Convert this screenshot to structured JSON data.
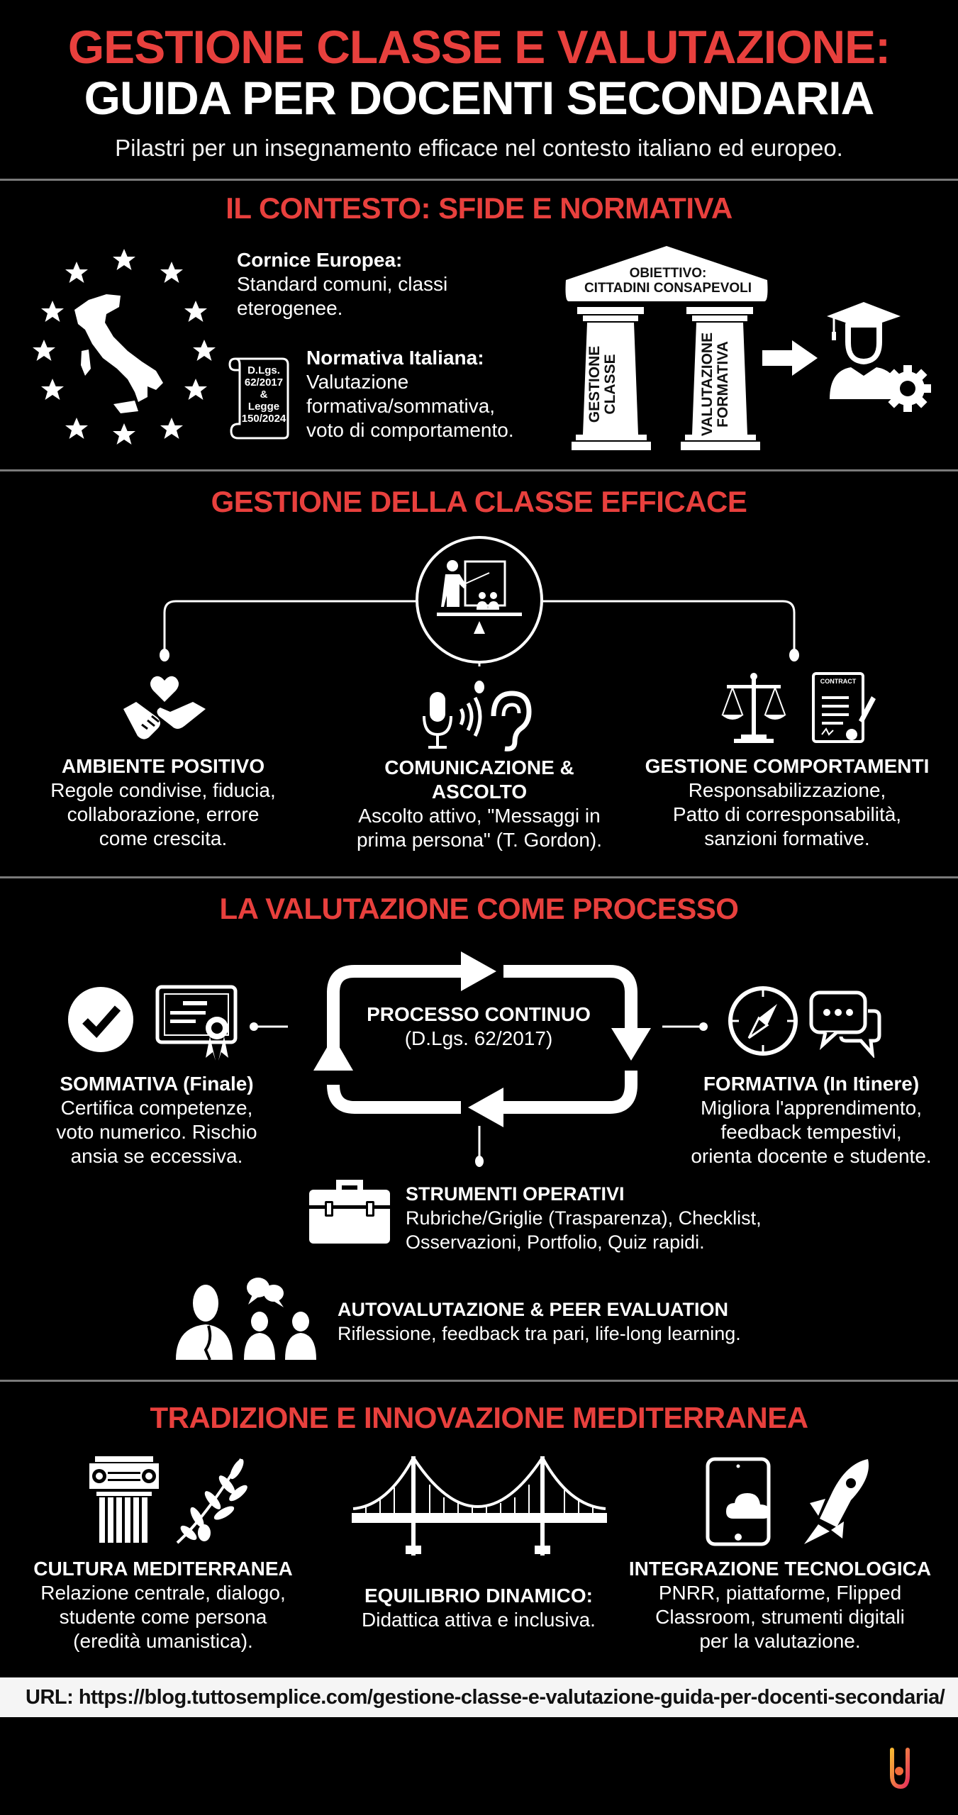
{
  "header": {
    "title_line1": "GESTIONE CLASSE E VALUTAZIONE:",
    "title_line2": "GUIDA PER DOCENTI SECONDARIA",
    "subtitle": "Pilastri per un insegnamento efficace nel contesto italiano ed europeo."
  },
  "colors": {
    "accent_red": "#e8403d",
    "background": "#000000",
    "text": "#ffffff",
    "divider": "#7a7a7a"
  },
  "context": {
    "title": "IL CONTESTO: SFIDE E NORMATIVA",
    "european": {
      "heading": "Cornice Europea:",
      "lines": [
        "Standard comuni, classi",
        "eterogenee."
      ]
    },
    "italian": {
      "heading": "Normativa Italiana:",
      "lines": [
        "Valutazione",
        "formativa/sommativa,",
        "voto di comportamento."
      ]
    },
    "scroll_lines": [
      "D.Lgs.",
      "62/2017",
      "&",
      "Legge",
      "150/2024"
    ],
    "temple": {
      "roof_line1": "OBIETTIVO:",
      "roof_line2": "CITTADINI CONSAPEVOLI",
      "pillar_left": [
        "GESTIONE",
        "CLASSE"
      ],
      "pillar_right": [
        "VALUTAZIONE",
        "FORMATIVA"
      ]
    },
    "icons": [
      "eu-stars-italy-map-icon",
      "law-scroll-icon",
      "temple-pillars-icon",
      "arrow-right-icon",
      "graduate-gear-icon"
    ]
  },
  "classroom": {
    "title": "GESTIONE DELLA CLASSE EFFICACE",
    "center_icon": "teacher-classroom-balance-icon",
    "items": [
      {
        "icon": "handshake-heart-icon",
        "heading": "AMBIENTE POSITIVO",
        "lines": [
          "Regole condivise, fiducia,",
          "collaborazione, errore",
          "come crescita."
        ]
      },
      {
        "icon": "microphone-ear-icon",
        "heading_lines": [
          "COMUNICAZIONE &",
          "ASCOLTO"
        ],
        "lines": [
          "Ascolto attivo, \"Messaggi in",
          "prima persona\" (T. Gordon)."
        ]
      },
      {
        "icon": "scales-contract-icon",
        "heading": "GESTIONE COMPORTAMENTI",
        "contract_label": "CONTRACT",
        "lines": [
          "Responsabilizzazione,",
          "Patto di corresponsabilità,",
          "sanzioni formative."
        ]
      }
    ]
  },
  "evaluation": {
    "title": "LA VALUTAZIONE COME PROCESSO",
    "cycle": {
      "label": "PROCESSO CONTINUO",
      "sub": "(D.Lgs. 62/2017)"
    },
    "summative": {
      "heading": "SOMMATIVA (Finale)",
      "lines": [
        "Certifica competenze,",
        "voto numerico. Rischio",
        "ansia se eccessiva."
      ]
    },
    "formative": {
      "heading": "FORMATIVA (In Itinere)",
      "lines": [
        "Migliora l'apprendimento,",
        "feedback tempestivi,",
        "orienta docente e studente."
      ]
    },
    "tools": {
      "heading": "STRUMENTI OPERATIVI",
      "lines": [
        "Rubriche/Griglie (Trasparenza), Checklist,",
        "Osservazioni, Portfolio, Quiz rapidi."
      ]
    },
    "self": {
      "heading": "AUTOVALUTAZIONE & PEER EVALUATION",
      "lines": [
        "Riflessione, feedback tra pari, life-long learning."
      ]
    }
  },
  "mediterranean": {
    "title": "TRADIZIONE E INNOVAZIONE MEDITERRANEA",
    "items": [
      {
        "icon": "ionic-column-olive-icon",
        "heading": "CULTURA MEDITERRANEA",
        "lines": [
          "Relazione centrale, dialogo,",
          "studente come persona",
          "(eredità umanistica)."
        ]
      },
      {
        "icon": "suspension-bridge-icon",
        "heading": "EQUILIBRIO DINAMICO:",
        "lines": [
          "Didattica attiva e inclusiva."
        ]
      },
      {
        "icon": "tablet-cloud-rocket-icon",
        "heading": "INTEGRAZIONE TECNOLOGICA",
        "lines": [
          "PNRR, piattaforme, Flipped",
          "Classroom, strumenti digitali",
          "per la valutazione."
        ]
      }
    ]
  },
  "footer": {
    "url": "URL: https://blog.tuttosemplice.com/gestione-classe-e-valutazione-guida-per-docenti-secondaria/",
    "logo": "brand-logo-icon"
  }
}
